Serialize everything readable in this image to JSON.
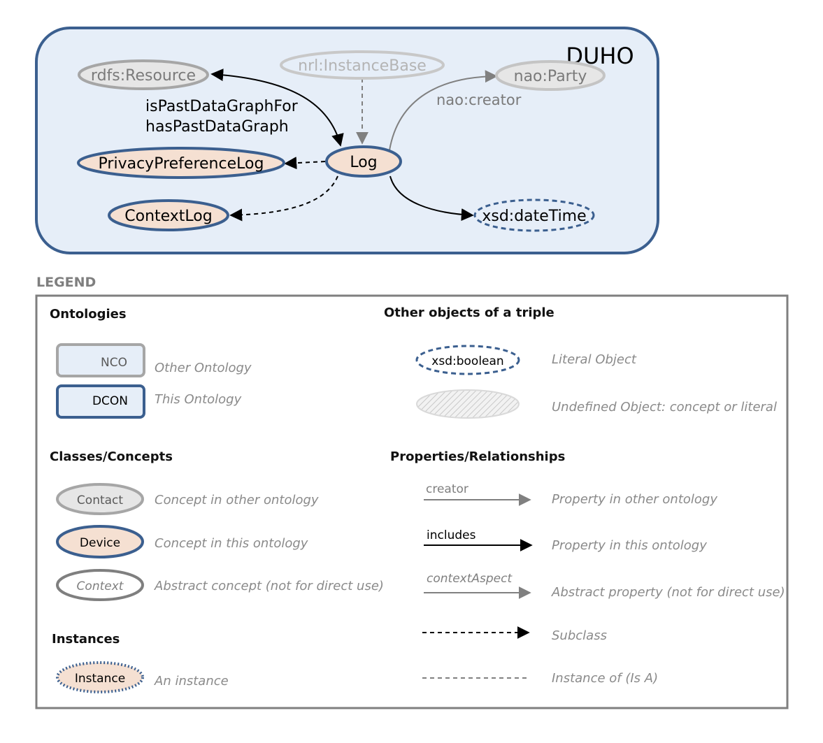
{
  "diagram": {
    "title": "DUHO",
    "nodes": {
      "rdfs_resource": "rdfs:Resource",
      "nrl_instancebase": "nrl:InstanceBase",
      "nao_party": "nao:Party",
      "privacy_preference_log": "PrivacyPreferenceLog",
      "log": "Log",
      "context_log": "ContextLog",
      "xsd_datetime": "xsd:dateTime"
    },
    "edges": {
      "is_past_data_graph_for": "isPastDataGraphFor",
      "has_past_data_graph": "hasPastDataGraph",
      "nao_creator": "nao:creator"
    }
  },
  "legend": {
    "heading": "LEGEND",
    "ontologies": {
      "heading": "Ontologies",
      "other_label": "NCO",
      "other_desc": "Other Ontology",
      "this_label": "DCON",
      "this_desc": "This Ontology"
    },
    "other_objects": {
      "heading": "Other objects of a triple",
      "literal_label": "xsd:boolean",
      "literal_desc": "Literal Object",
      "undefined_desc": "Undefined Object: concept or literal"
    },
    "classes": {
      "heading": "Classes/Concepts",
      "other_label": "Contact",
      "other_desc": "Concept in other ontology",
      "this_label": "Device",
      "this_desc": "Concept in this ontology",
      "abstract_label": "Context",
      "abstract_desc": "Abstract concept (not for direct use)"
    },
    "properties": {
      "heading": "Properties/Relationships",
      "other_label": "creator",
      "other_desc": "Property in other ontology",
      "this_label": "includes",
      "this_desc": "Property in this ontology",
      "abstract_label": "contextAspect",
      "abstract_desc": "Abstract property (not for direct use)",
      "subclass_desc": "Subclass",
      "instance_of_desc": "Instance of (Is A)"
    },
    "instances": {
      "heading": "Instances",
      "instance_label": "Instance",
      "instance_desc": "An instance"
    }
  },
  "colors": {
    "dark_blue": "#3b5f8f",
    "panel_fill": "#e6eef8",
    "concept_fill": "#f5e0d2",
    "grey_fill": "#e6e6e6",
    "grey_stroke": "#a6a6a6"
  }
}
